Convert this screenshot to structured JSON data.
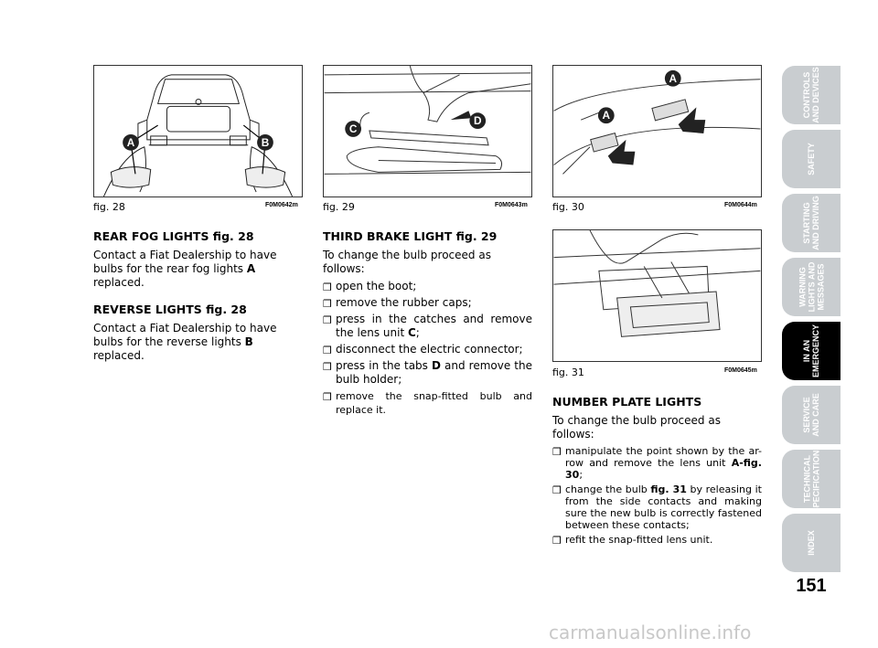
{
  "figures": {
    "fig28": {
      "caption": "fig. 28",
      "code": "F0M0642m",
      "label_a": "A",
      "label_b": "B"
    },
    "fig29": {
      "caption": "fig. 29",
      "code": "F0M0643m",
      "label_c": "C",
      "label_d": "D"
    },
    "fig30": {
      "caption": "fig. 30",
      "code": "F0M0644m",
      "label_a": "A"
    },
    "fig31": {
      "caption": "fig. 31",
      "code": "F0M0645m"
    }
  },
  "col1": {
    "heading1": "REAR FOG LIGHTS fig. 28",
    "para1_pre": "Contact a Fiat Dealership to have bulbs for the rear fog lights ",
    "para1_bold": "A",
    "para1_post": " replaced.",
    "heading2": "REVERSE LIGHTS fig. 28",
    "para2_pre": "Contact a Fiat Dealership to have bulbs for the reverse lights ",
    "para2_bold": "B",
    "para2_post": " replaced."
  },
  "col2": {
    "heading": "THIRD BRAKE LIGHT fig. 29",
    "intro": "To change the bulb proceed as follows:",
    "bullet": "❒",
    "step1": "open the boot;",
    "step2": "remove the rubber caps;",
    "step3_pre": "press in the catches and remove the lens unit ",
    "step3_bold": "C",
    "step3_post": ";",
    "step4": "disconnect the electric connector;",
    "step5_pre": "press in the tabs ",
    "step5_bold": "D",
    "step5_post": " and remove the bulb holder;",
    "step6": "remove the snap-fitted bulb and replace it."
  },
  "col3": {
    "heading": "NUMBER PLATE LIGHTS",
    "intro": "To change the bulb proceed as follows:",
    "step1_pre": "manipulate the point shown by the ar-row and remove the lens unit ",
    "step1_bold": "A-fig. 30",
    "step1_post": ";",
    "step2_pre": "change the bulb ",
    "step2_bold": "fig. 31",
    "step2_post": " by releasing it from the side contacts and making sure the new bulb is correctly fastened between these contacts;",
    "step3": "refit the snap-fitted lens unit."
  },
  "tabs": [
    {
      "label": "CONTROLS\nAND DEVICES",
      "active": false
    },
    {
      "label": "SAFETY",
      "active": false
    },
    {
      "label": "STARTING\nAND DRIVING",
      "active": false
    },
    {
      "label": "WARNING\nLIGHTS AND\nMESSAGES",
      "active": false
    },
    {
      "label": "IN AN\nEMERGENCY",
      "active": true
    },
    {
      "label": "SERVICE\nAND CARE",
      "active": false
    },
    {
      "label": "TECHNICAL\nSPECIFICATIONS",
      "active": false
    },
    {
      "label": "INDEX",
      "active": false
    }
  ],
  "page_number": "151",
  "watermark": "carmanualsonline.info",
  "colors": {
    "tab_bg": "#c9cdd0",
    "tab_active_bg": "#000000",
    "tab_text": "#ffffff",
    "label_circle": "#222222"
  }
}
